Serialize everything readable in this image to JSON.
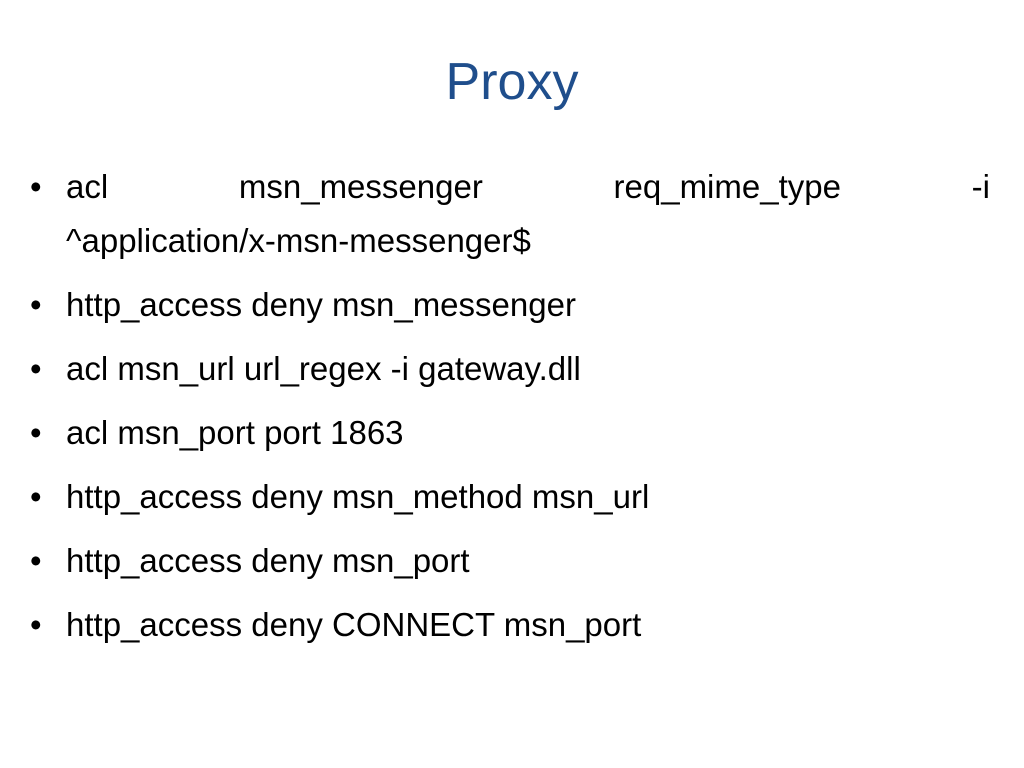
{
  "slide": {
    "title": "Proxy",
    "first_bullet": {
      "words": [
        "acl",
        "msn_messenger",
        "req_mime_type",
        "-i"
      ],
      "continuation": "^application/x-msn-messenger$"
    },
    "bullets": [
      "http_access deny msn_messenger",
      "acl msn_url url_regex -i gateway.dll",
      "acl msn_port port 1863",
      "http_access deny msn_method msn_url",
      "http_access deny msn_port",
      "http_access deny CONNECT msn_port"
    ],
    "bullet_glyph": "•",
    "title_color": "#1f4e8c"
  }
}
